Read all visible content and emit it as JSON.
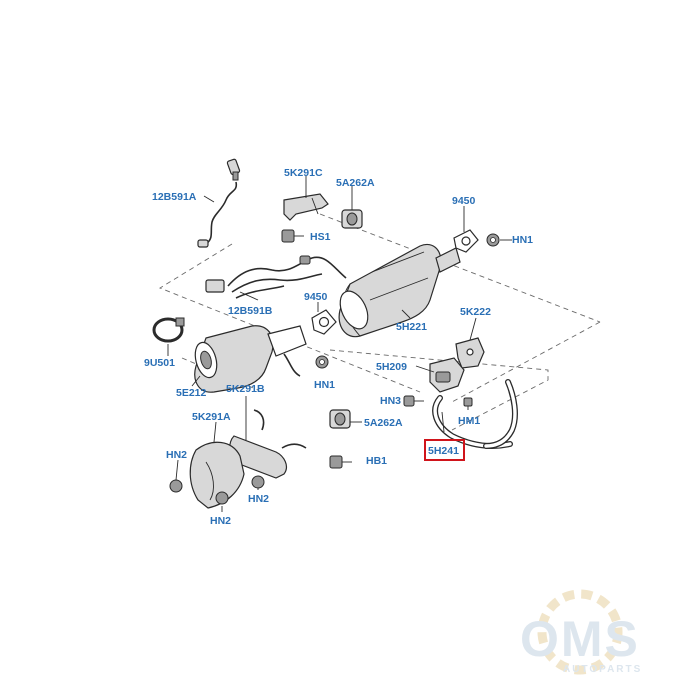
{
  "labels": {
    "p12B591A": "12B591A",
    "p5K291C": "5K291C",
    "p5A262A_top": "5A262A",
    "pHS1": "HS1",
    "p9450_right": "9450",
    "pHN1_right": "HN1",
    "p12B591B": "12B591B",
    "p9450_mid": "9450",
    "p5H221": "5H221",
    "p5K222": "5K222",
    "p9U501": "9U501",
    "p5H209": "5H209",
    "pHN1_mid": "HN1",
    "p5E212": "5E212",
    "p5K291B": "5K291B",
    "pHN3": "HN3",
    "pHM1": "HM1",
    "p5K291A": "5K291A",
    "p5A262A_bottom": "5A262A",
    "p5H241": "5H241",
    "pHN2_left": "HN2",
    "pHB1": "HB1",
    "pHN2_mid": "HN2",
    "pHN2_bottom": "HN2"
  },
  "highlight": {
    "part": "5H241",
    "color": "#d0141b"
  },
  "watermark": {
    "brand": "OMS",
    "sub": "AUTOPARTS"
  },
  "colors": {
    "label": "#2a6fb5",
    "line": "#2b2b2b"
  }
}
